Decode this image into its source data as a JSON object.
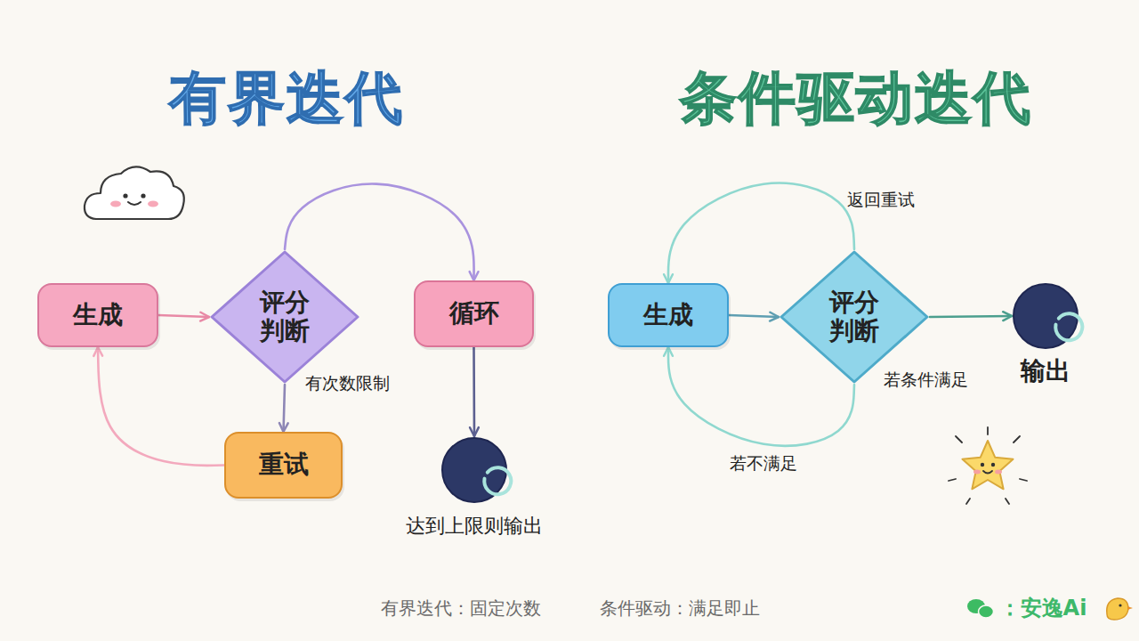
{
  "diagram": {
    "nodes": [
      {
        "text": [
          "生成"
        ]
      },
      {
        "text": [
          "评分 判断"
        ]
      },
      {
        "text": [
          "循环"
        ]
      },
      {
        "text": [
          "重试"
        ]
      },
      {
        "text": [
          "达到上限则输出"
        ]
      },
      {
        "text": [
          "生成"
        ]
      },
      {
        "text": [
          "评分 判断"
        ]
      },
      {
        "text": [
          "输出"
        ]
      }
    ],
    "edges": [
      {
        "from": 0,
        "to": 1,
        "arrow": "to"
      },
      {
        "from": 1,
        "to": 2,
        "arrow": "to"
      },
      {
        "from": 1,
        "to": 3,
        "label": "有次数限制",
        "arrow": "to"
      },
      {
        "from": 3,
        "to": 0,
        "arrow": "to"
      },
      {
        "from": 2,
        "to": 4,
        "arrow": "to"
      },
      {
        "from": 5,
        "to": 6,
        "arrow": "to"
      },
      {
        "from": 6,
        "to": 7,
        "label": "若条件满足",
        "arrow": "to"
      },
      {
        "from": 6,
        "to": 5,
        "label": "返回重试",
        "arrow": "to"
      },
      {
        "from": 6,
        "to": 5,
        "label": "若不满足",
        "arrow": "to"
      }
    ],
    "labels": [
      "有界迭代",
      "条件驱动迭代",
      "有界迭代：固定次数",
      "条件驱动：满足即止",
      "：安逸Ai"
    ]
  }
}
